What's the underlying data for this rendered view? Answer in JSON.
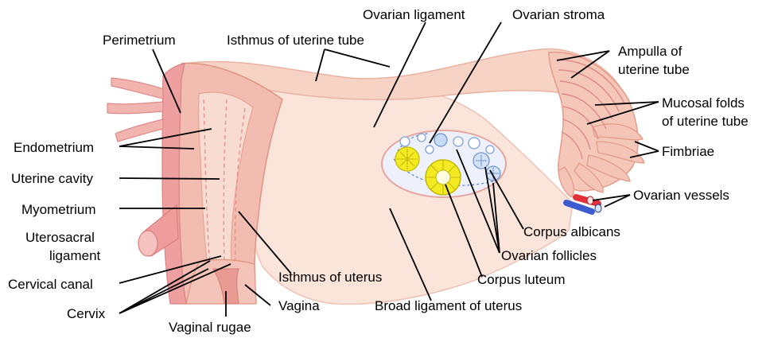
{
  "diagram": {
    "labels": {
      "perimetrium": "Perimetrium",
      "isthmus_tube": "Isthmus of uterine tube",
      "ovarian_ligament": "Ovarian ligament",
      "ovarian_stroma": "Ovarian stroma",
      "ampulla_1": "Ampulla of",
      "ampulla_2": "uterine tube",
      "mucosal_1": "Mucosal folds",
      "mucosal_2": "of uterine tube",
      "fimbriae": "Fimbriae",
      "ovarian_vessels": "Ovarian vessels",
      "corpus_albicans": "Corpus albicans",
      "ovarian_follicles": "Ovarian follicles",
      "corpus_luteum": "Corpus luteum",
      "broad_ligament": "Broad ligament of uterus",
      "vagina": "Vagina",
      "vaginal_rugae": "Vaginal rugae",
      "isthmus_uterus": "Isthmus of uterus",
      "cervix": "Cervix",
      "cervical_canal": "Cervical canal",
      "uterosacral_1": "Uterosacral",
      "uterosacral_2": "ligament",
      "myometrium": "Myometrium",
      "uterine_cavity": "Uterine cavity",
      "endometrium": "Endometrium"
    },
    "colors": {
      "tissue_light": "#fbe3d8",
      "tissue_mid": "#f6c9bd",
      "muscle": "#ea9c9c",
      "fold_line": "#e08a8a",
      "follicle_blue": "#9ec1ee",
      "corpus_luteum": "#f3ea22",
      "vessel_red": "#e2313a",
      "vessel_blue": "#3d5bd1"
    }
  }
}
